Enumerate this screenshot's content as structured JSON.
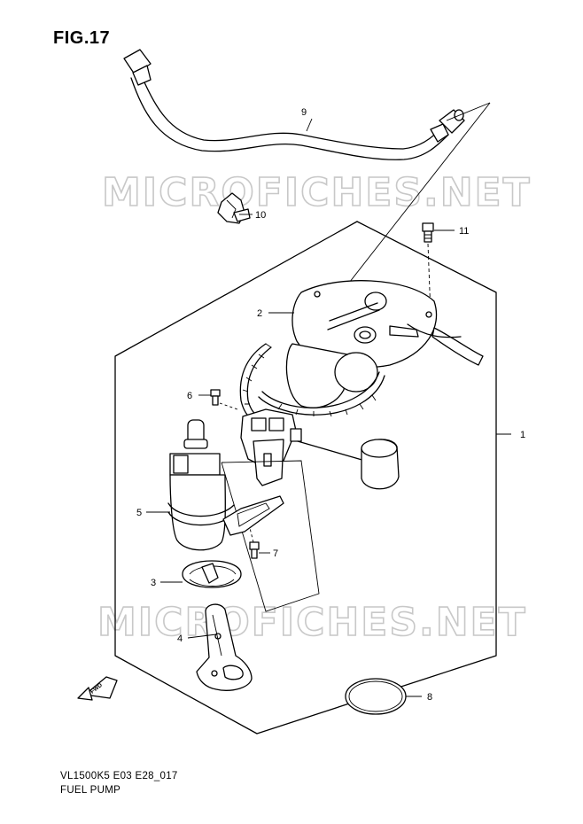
{
  "figure": {
    "title": "FIG.17",
    "code": "VL1500K5 E03 E28_017",
    "name": "FUEL PUMP",
    "fwd_label": "FWD"
  },
  "watermark": {
    "text": "MICROFICHES.NET"
  },
  "callouts": [
    {
      "id": "1",
      "label": "1"
    },
    {
      "id": "2",
      "label": "2"
    },
    {
      "id": "3",
      "label": "3"
    },
    {
      "id": "4",
      "label": "4"
    },
    {
      "id": "5",
      "label": "5"
    },
    {
      "id": "6",
      "label": "6"
    },
    {
      "id": "7",
      "label": "7"
    },
    {
      "id": "8",
      "label": "8"
    },
    {
      "id": "9",
      "label": "9"
    },
    {
      "id": "10",
      "label": "10"
    },
    {
      "id": "11",
      "label": "11"
    }
  ]
}
